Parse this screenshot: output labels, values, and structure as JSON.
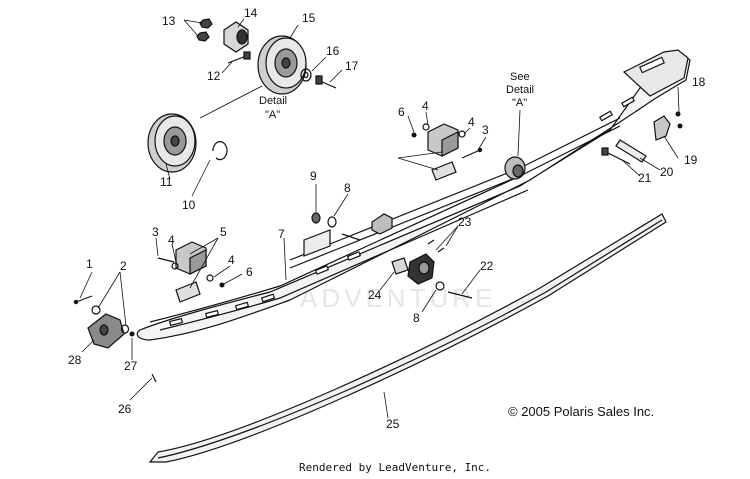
{
  "callouts": [
    "1",
    "2",
    "3",
    "4",
    "5",
    "6",
    "7",
    "8",
    "9",
    "10",
    "11",
    "12",
    "13",
    "14",
    "15",
    "16",
    "17",
    "18",
    "19",
    "20",
    "21",
    "22",
    "23",
    "24",
    "25",
    "26",
    "27",
    "28"
  ],
  "notes": {
    "detail_a_label": "Detail",
    "detail_a_letter": "\"A\"",
    "see_detail_line1": "See",
    "see_detail_line2": "Detail",
    "see_detail_line3": "\"A\""
  },
  "watermark": "ADVENTURE",
  "copyright": "© 2005 Polaris Sales Inc.",
  "footer": "Rendered by LeadVenture, Inc."
}
